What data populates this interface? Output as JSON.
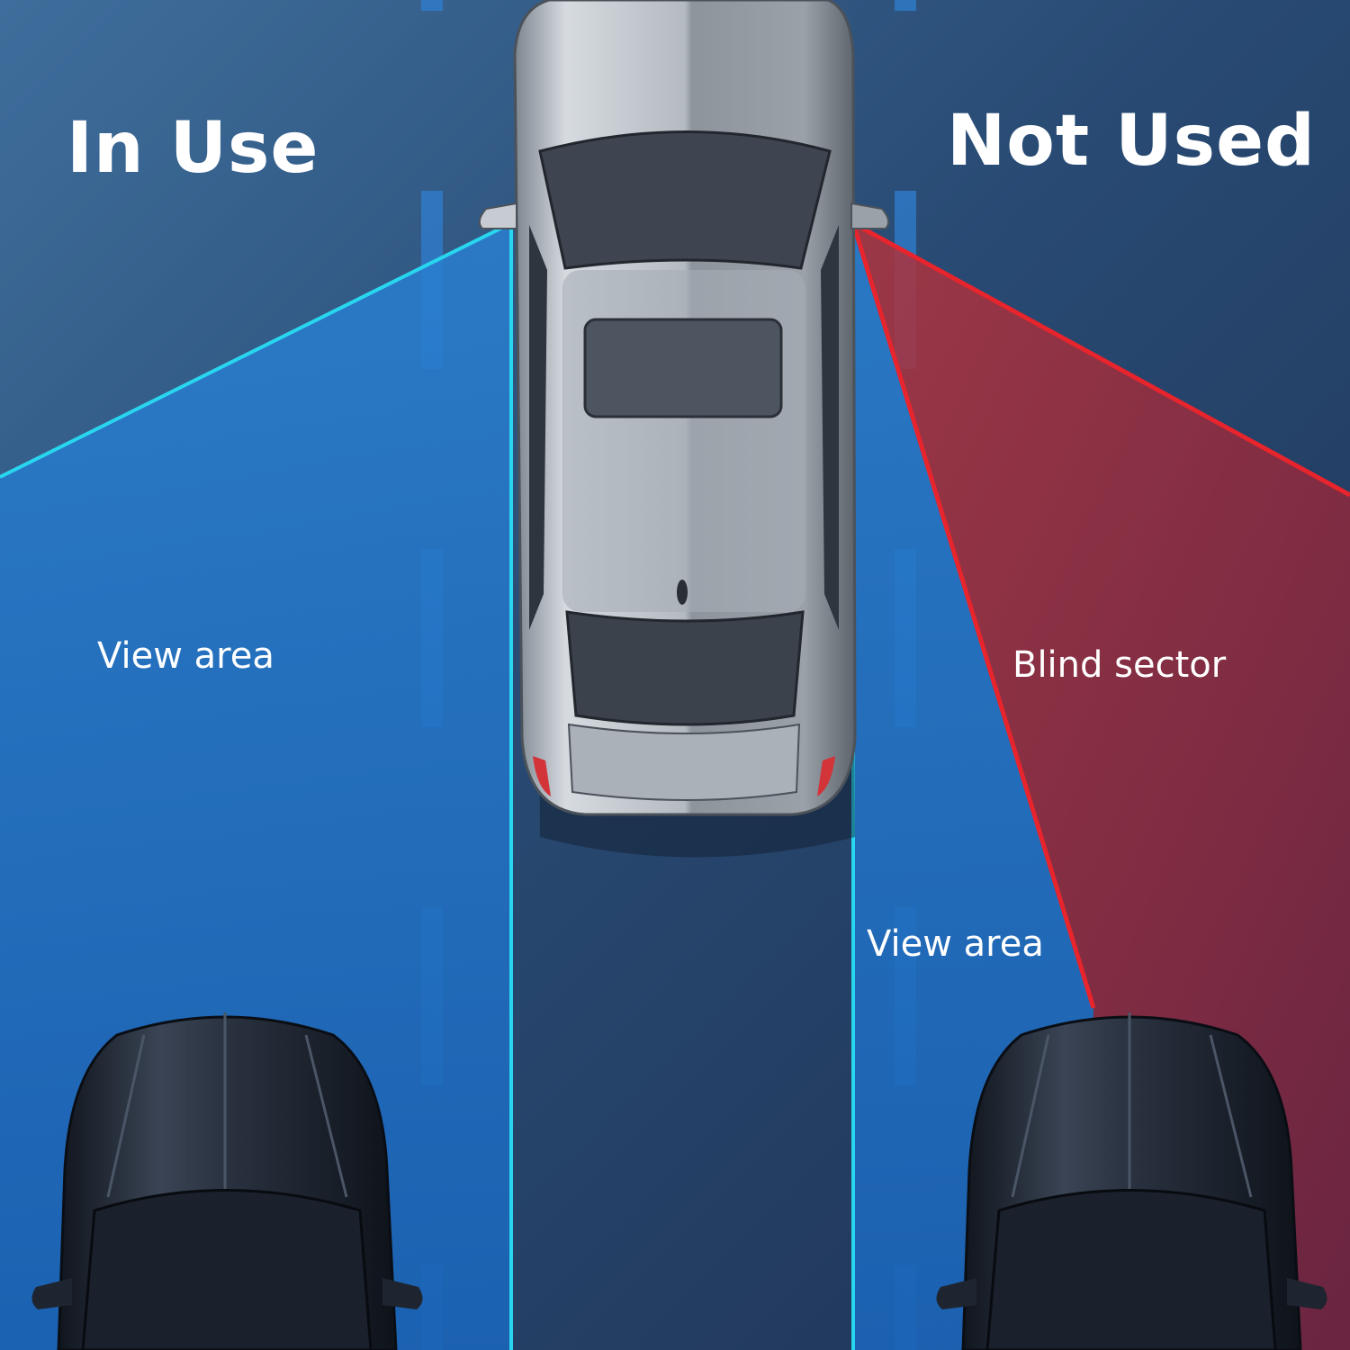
{
  "labels": {
    "in_use": "In Use",
    "not_used": "Not Used",
    "view_area_left": "View area",
    "blind_sector": "Blind sector",
    "view_area_right": "View area"
  },
  "colors": {
    "road": "#24385a",
    "view_zone": "#1f6fbf",
    "view_line": "#29d6f0",
    "blind_zone": "#8a2a3a",
    "blind_line": "#e8242c",
    "lane_marking": "#2f7fd0",
    "car_silver": "#a9b0b8",
    "car_dark": "#1c2430"
  }
}
